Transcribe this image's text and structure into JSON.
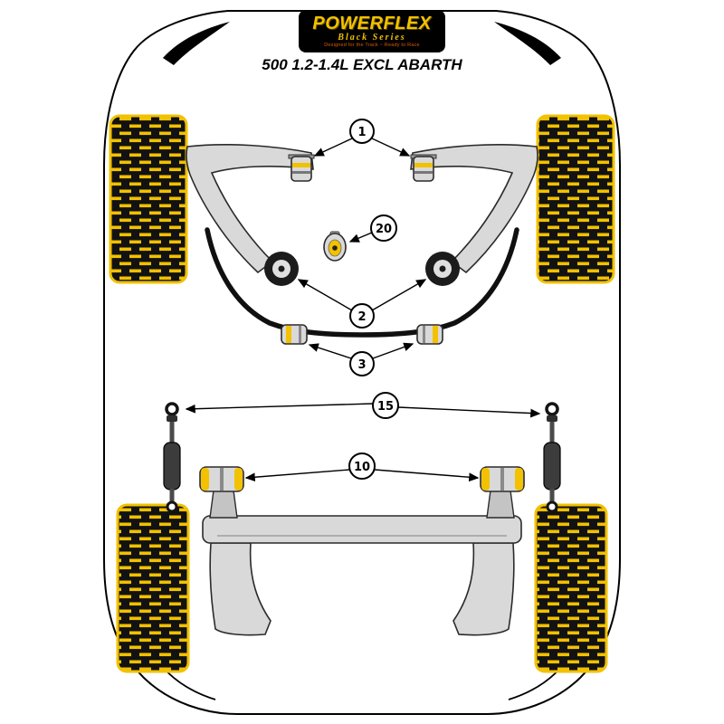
{
  "brand": {
    "logo_title": "POWERFLEX",
    "logo_series": "Black Series",
    "logo_tagline": "Designed for the Track ~ Ready to Race"
  },
  "diagram": {
    "title": "500 1.2-1.4L EXCL ABARTH",
    "callouts": [
      {
        "label": "1"
      },
      {
        "label": "20"
      },
      {
        "label": "2"
      },
      {
        "label": "3"
      },
      {
        "label": "15"
      },
      {
        "label": "10"
      }
    ]
  },
  "colors": {
    "brand_yellow": "#F2C100",
    "part_gray": "#D9D9D9",
    "tagline_red": "#E05A00",
    "ink": "#000000"
  }
}
